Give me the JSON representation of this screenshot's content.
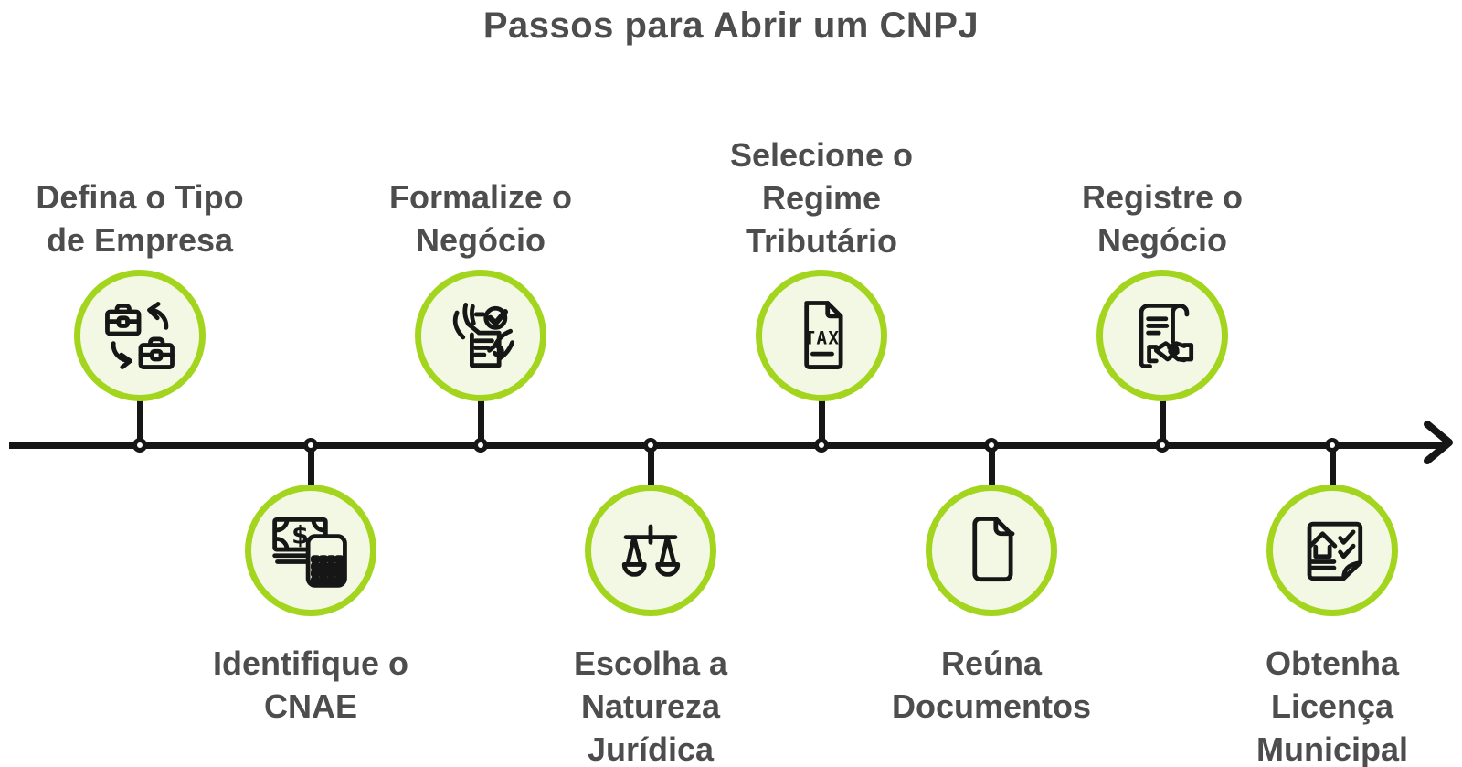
{
  "title": "Passos para Abrir um CNPJ",
  "colors": {
    "accent_green": "#a3d51e",
    "circle_fill": "#f3f8e5",
    "line_dark": "#161616",
    "text_gray": "#4d4d4d"
  },
  "timeline": {
    "direction": "left-to-right",
    "arrow": "right"
  },
  "steps": [
    {
      "id": 1,
      "position": "above",
      "icon": "briefcase-swap-icon",
      "lines": [
        "Defina o Tipo",
        "de Empresa"
      ]
    },
    {
      "id": 2,
      "position": "below",
      "icon": "money-calculator-icon",
      "lines": [
        "Identifique o",
        "CNAE"
      ]
    },
    {
      "id": 3,
      "position": "above",
      "icon": "sign-document-icon",
      "lines": [
        "Formalize o",
        "Negócio"
      ]
    },
    {
      "id": 4,
      "position": "below",
      "icon": "justice-scales-icon",
      "lines": [
        "Escolha a",
        "Natureza",
        "Jurídica"
      ]
    },
    {
      "id": 5,
      "position": "above",
      "icon": "tax-document-icon",
      "lines": [
        "Selecione o",
        "Regime",
        "Tributário"
      ]
    },
    {
      "id": 6,
      "position": "below",
      "icon": "document-icon",
      "lines": [
        "Reúna",
        "Documentos"
      ]
    },
    {
      "id": 7,
      "position": "above",
      "icon": "contract-handshake-icon",
      "lines": [
        "Registre o",
        "Negócio"
      ]
    },
    {
      "id": 8,
      "position": "below",
      "icon": "house-checklist-icon",
      "lines": [
        "Obtenha",
        "Licença",
        "Municipal"
      ]
    }
  ]
}
